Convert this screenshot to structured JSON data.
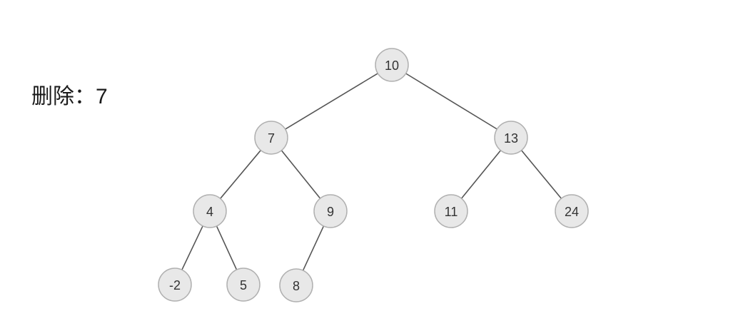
{
  "caption": {
    "prefix": "删除：",
    "value": "7"
  },
  "tree": {
    "nodes": [
      {
        "id": "n10",
        "label": "10"
      },
      {
        "id": "n7",
        "label": "7"
      },
      {
        "id": "n13",
        "label": "13"
      },
      {
        "id": "n4",
        "label": "4"
      },
      {
        "id": "n9",
        "label": "9"
      },
      {
        "id": "n11",
        "label": "11"
      },
      {
        "id": "n24",
        "label": "24"
      },
      {
        "id": "nm2",
        "label": "-2"
      },
      {
        "id": "n5",
        "label": "5"
      },
      {
        "id": "n8",
        "label": "8"
      }
    ],
    "edges": [
      [
        "n10",
        "n7"
      ],
      [
        "n10",
        "n13"
      ],
      [
        "n7",
        "n4"
      ],
      [
        "n7",
        "n9"
      ],
      [
        "n13",
        "n11"
      ],
      [
        "n13",
        "n24"
      ],
      [
        "n4",
        "nm2"
      ],
      [
        "n4",
        "n5"
      ],
      [
        "n9",
        "n8"
      ]
    ]
  }
}
